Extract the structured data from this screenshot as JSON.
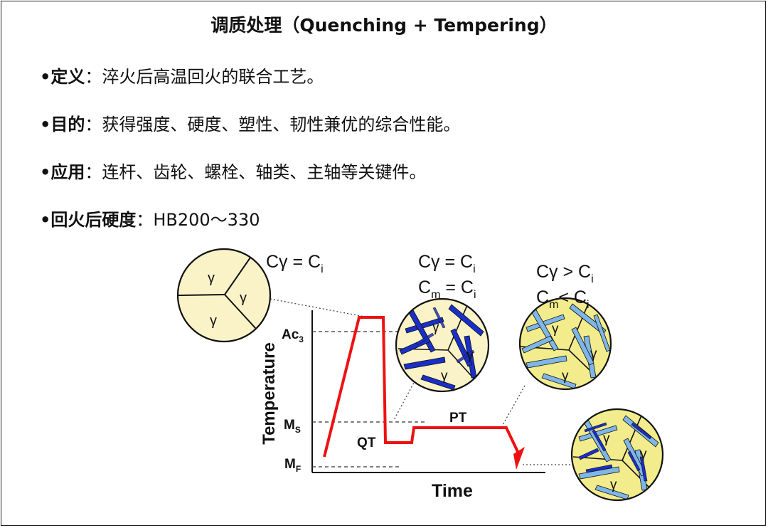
{
  "title": "调质处理（Quenching + Tempering）",
  "items": [
    {
      "label": "•定义",
      "sep": "：",
      "text": "淬火后高温回火的联合工艺。"
    },
    {
      "label": "•目的",
      "sep": "：",
      "text": "获得强度、硬度、塑性、韧性兼优的综合性能。"
    },
    {
      "label": "•应用",
      "sep": "：",
      "text": "连杆、齿轮、螺栓、轴类、主轴等关键件。"
    },
    {
      "label": "•回火后硬度",
      "sep": "：",
      "text": "HB200～330"
    }
  ],
  "figure": {
    "y_axis_label": "Temperature",
    "x_axis_label": "Time",
    "ac3": "Ac",
    "ac3_sub": "3",
    "ms": "M",
    "ms_sub": "S",
    "mf": "M",
    "mf_sub": "F",
    "qt": "QT",
    "pt": "PT",
    "gamma": "γ",
    "eq1_a": "Cγ = C",
    "eq1_sub": "i",
    "eq2_a": "Cγ = C",
    "eq2_sub": "i",
    "eq3_a": "C",
    "eq3_sub_m": "m",
    "eq3_b": " = C",
    "eq3_sub": "i",
    "eq4_a": "Cγ > C",
    "eq4_sub": "i",
    "eq5_a": "C",
    "eq5_sub_m": "m",
    "eq5_b": "< C",
    "eq5_sub": "i",
    "colors": {
      "curve": "#ee1111",
      "austenite_light": "#fbf3c8",
      "austenite_yellow": "#f2ec8c",
      "martensite_dark": "#1a2fc8",
      "martensite_light": "#7fb6e8"
    }
  }
}
